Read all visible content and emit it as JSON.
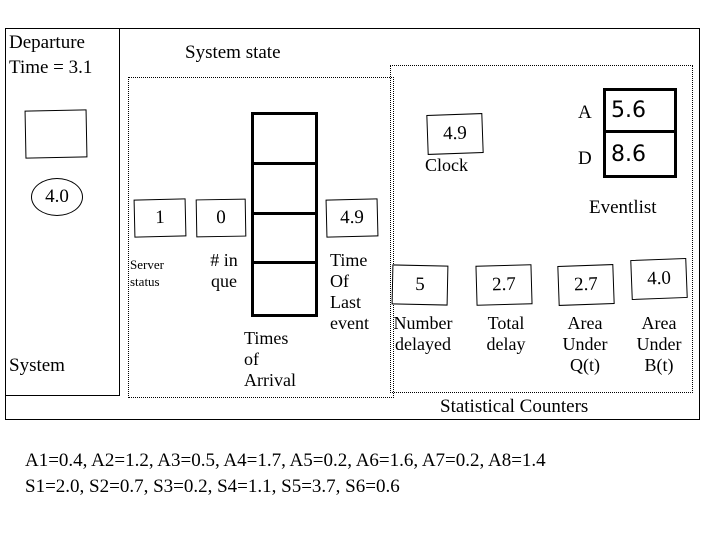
{
  "left_panel": {
    "departure_title": "Departure\nTime = 3.1",
    "departure_box_value": "",
    "next_value": "4.0",
    "label": "System"
  },
  "system_state": {
    "title": "System state",
    "server": {
      "value": "1",
      "caption": "Server\nstatus"
    },
    "queue": {
      "value": "0",
      "caption": "# in\nque"
    },
    "arrival_times": {
      "cells": [
        "",
        "",
        "",
        ""
      ],
      "caption": "Times\nof\nArrival"
    },
    "last_event": {
      "value": "4.9",
      "caption": "Time\nOf\nLast\nevent"
    }
  },
  "clock": {
    "value": "4.9",
    "caption": "Clock"
  },
  "eventlist": {
    "title": "Eventlist",
    "rows": [
      {
        "label": "A",
        "value": "5.6"
      },
      {
        "label": "D",
        "value": "8.6"
      }
    ]
  },
  "statistical_counters": {
    "title": "Statistical Counters",
    "items": [
      {
        "value": "5",
        "caption": "Number\ndelayed"
      },
      {
        "value": "2.7",
        "caption": "Total\ndelay"
      },
      {
        "value": "2.7",
        "caption": "Area\nUnder\nQ(t)"
      },
      {
        "value": "4.0",
        "caption": "Area\nUnder\nB(t)"
      }
    ]
  },
  "footer": {
    "line1": "A1=0.4, A2=1.2, A3=0.5, A4=1.7, A5=0.2, A6=1.6, A7=0.2, A8=1.4",
    "line2": "S1=2.0, S2=0.7, S3=0.2, S4=1.1, S5=3.7, S6=0.6"
  },
  "colors": {
    "ink": "#000000",
    "paper": "#ffffff"
  }
}
